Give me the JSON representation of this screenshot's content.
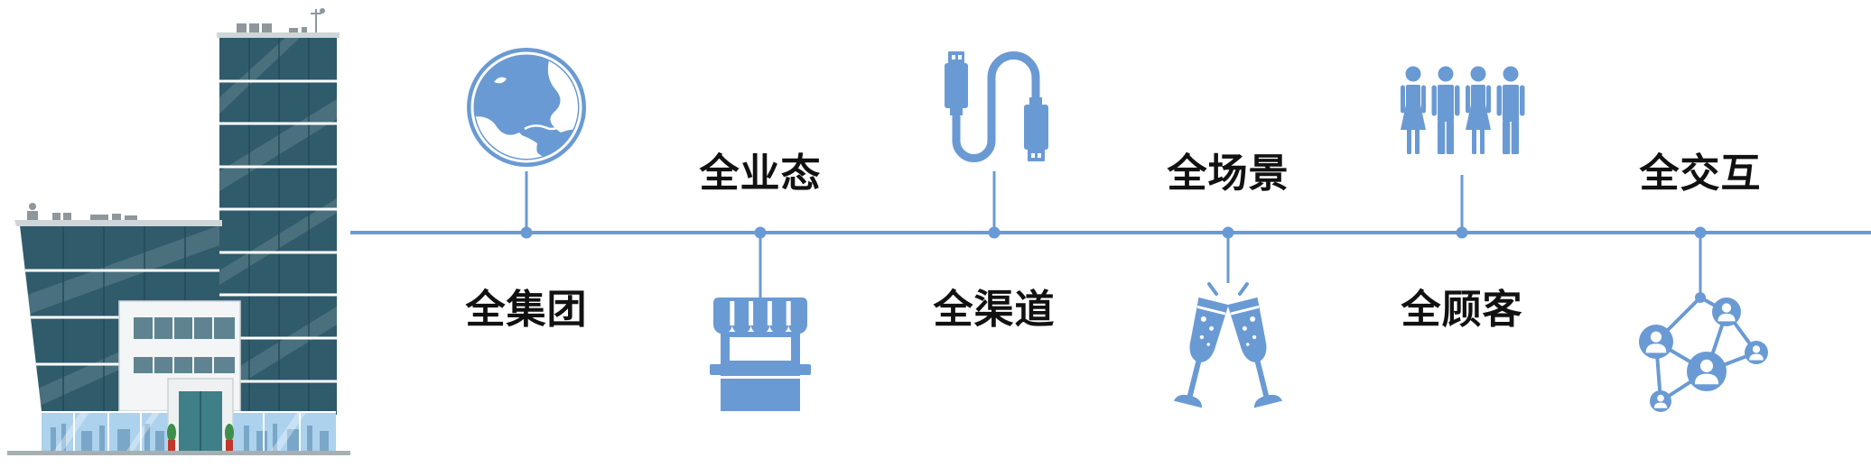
{
  "timeline": {
    "items": [
      {
        "label": "全集团",
        "icon": "globe-icon"
      },
      {
        "label": "全业态",
        "icon": "storefront-icon"
      },
      {
        "label": "全渠道",
        "icon": "usb-cable-icon"
      },
      {
        "label": "全场景",
        "icon": "champagne-glasses-icon"
      },
      {
        "label": "全顾客",
        "icon": "people-icon"
      },
      {
        "label": "全交互",
        "icon": "network-icon"
      }
    ]
  },
  "illustration": {
    "icon": "office-building-icon"
  },
  "colors": {
    "accent": "#6a9ad4",
    "label_text": "#111111",
    "glass": "#2f5b6b",
    "background": "#ffffff"
  }
}
